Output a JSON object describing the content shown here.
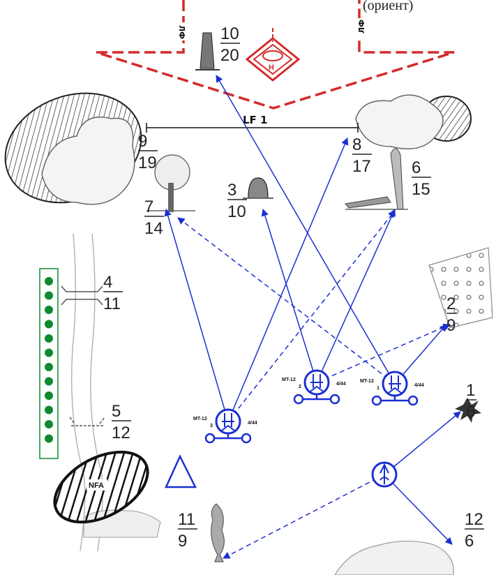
{
  "header_fragment": "(ориент)",
  "lf_line_label": "LF 1",
  "lf_markers": [
    "ЛФ",
    "ЛФ"
  ],
  "helipad_letter": "H",
  "nfa_label": "NFA",
  "colors": {
    "red": "#d42a2a",
    "blue": "#1a2fd0",
    "green": "#0f8a2f",
    "black": "#111111"
  },
  "landmarks": [
    {
      "id": "10",
      "top": "10",
      "bottom": "20",
      "icon": "chimney-icon"
    },
    {
      "id": "9",
      "top": "9",
      "bottom": "19",
      "icon": "tree-point-icon"
    },
    {
      "id": "8",
      "top": "8",
      "bottom": "17",
      "icon": "tree-point-icon"
    },
    {
      "id": "7",
      "top": "7",
      "bottom": "14",
      "icon": "lone-tree-icon"
    },
    {
      "id": "3",
      "top": "3",
      "bottom": "10",
      "icon": "dugout-icon"
    },
    {
      "id": "6",
      "top": "6",
      "bottom": "15",
      "icon": "fallen-tree-icon"
    },
    {
      "id": "4",
      "top": "4",
      "bottom": "11",
      "icon": "bridge-icon"
    },
    {
      "id": "5",
      "top": "5",
      "bottom": "12",
      "icon": "ford-icon"
    },
    {
      "id": "2",
      "top": "2",
      "bottom": "9",
      "icon": "orchard-icon"
    },
    {
      "id": "1",
      "top": "1",
      "bottom": "6",
      "icon": "cross-icon"
    },
    {
      "id": "11",
      "top": "11",
      "bottom": "9",
      "icon": "tall-tree-icon"
    },
    {
      "id": "12",
      "top": "12",
      "bottom": "6",
      "icon": "bush-icon"
    }
  ],
  "guns": [
    {
      "id": "gun-1",
      "model": "MT-12",
      "number": "1",
      "ammo": "4/44"
    },
    {
      "id": "gun-2",
      "model": "MT-12",
      "number": "2",
      "ammo": "4/44"
    },
    {
      "id": "gun-3",
      "model": "MT-12",
      "number": "3",
      "ammo": "4/44"
    }
  ]
}
